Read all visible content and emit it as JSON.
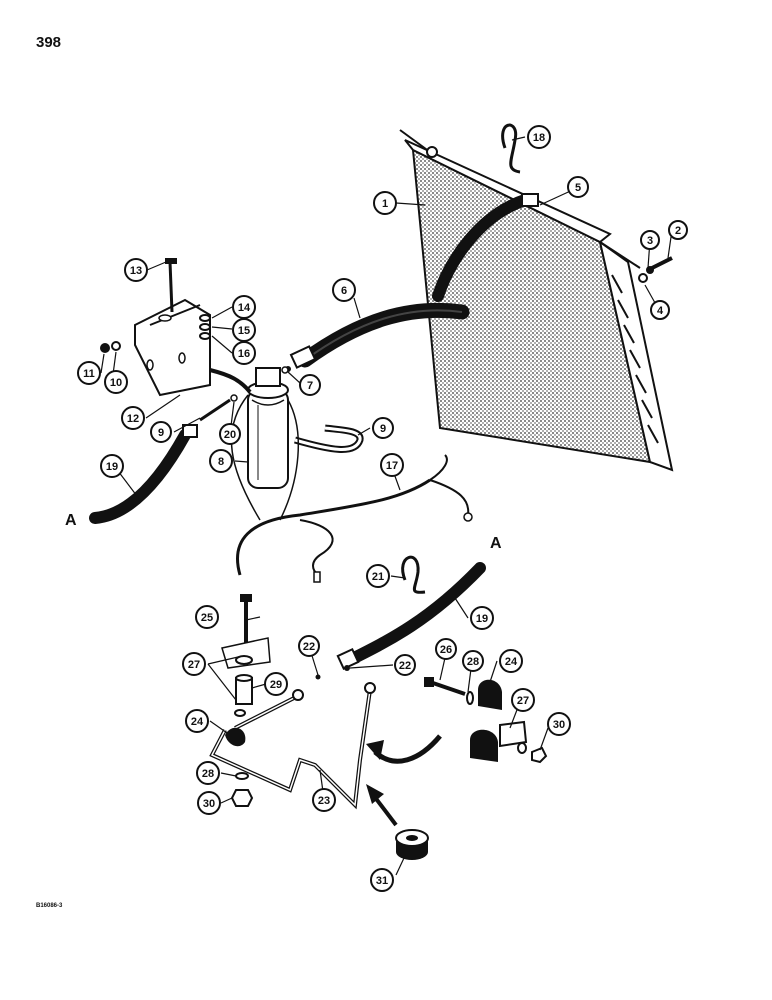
{
  "page": {
    "number": "398",
    "figure_code": "B16086-3"
  },
  "diagram": {
    "connector_labels": [
      "A",
      "A"
    ],
    "callouts": [
      {
        "id": "c1",
        "text": "1"
      },
      {
        "id": "c2",
        "text": "2"
      },
      {
        "id": "c3",
        "text": "3"
      },
      {
        "id": "c4",
        "text": "4"
      },
      {
        "id": "c5",
        "text": "5"
      },
      {
        "id": "c6",
        "text": "6"
      },
      {
        "id": "c7",
        "text": "7"
      },
      {
        "id": "c8",
        "text": "8"
      },
      {
        "id": "c9a",
        "text": "9"
      },
      {
        "id": "c9b",
        "text": "9"
      },
      {
        "id": "c10",
        "text": "10"
      },
      {
        "id": "c11",
        "text": "11"
      },
      {
        "id": "c12",
        "text": "12"
      },
      {
        "id": "c13",
        "text": "13"
      },
      {
        "id": "c14",
        "text": "14"
      },
      {
        "id": "c15",
        "text": "15"
      },
      {
        "id": "c16",
        "text": "16"
      },
      {
        "id": "c17",
        "text": "17"
      },
      {
        "id": "c18",
        "text": "18"
      },
      {
        "id": "c19a",
        "text": "19"
      },
      {
        "id": "c19b",
        "text": "19"
      },
      {
        "id": "c20",
        "text": "20"
      },
      {
        "id": "c21",
        "text": "21"
      },
      {
        "id": "c22a",
        "text": "22"
      },
      {
        "id": "c22b",
        "text": "22"
      },
      {
        "id": "c23",
        "text": "23"
      },
      {
        "id": "c24a",
        "text": "24"
      },
      {
        "id": "c24b",
        "text": "24"
      },
      {
        "id": "c25",
        "text": "25"
      },
      {
        "id": "c26",
        "text": "26"
      },
      {
        "id": "c27a",
        "text": "27"
      },
      {
        "id": "c27b",
        "text": "27"
      },
      {
        "id": "c28a",
        "text": "28"
      },
      {
        "id": "c28b",
        "text": "28"
      },
      {
        "id": "c29",
        "text": "29"
      },
      {
        "id": "c30a",
        "text": "30"
      },
      {
        "id": "c30b",
        "text": "30"
      },
      {
        "id": "c31",
        "text": "31"
      }
    ]
  }
}
